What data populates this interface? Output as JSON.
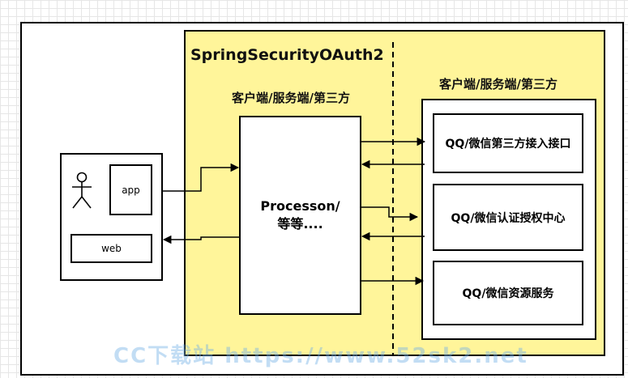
{
  "diagram": {
    "title": "SpringSecurityOAuth2",
    "left_subtitle": "客户端/服务端/第三方",
    "right_subtitle": "客户端/服务端/第三方",
    "processor": {
      "line1": "Processon/",
      "line2": "等等...."
    },
    "services": [
      "QQ/微信第三方接入接口",
      "QQ/微信认证授权中心",
      "QQ/微信资源服务"
    ],
    "client": {
      "app_label": "app",
      "web_label": "web"
    }
  },
  "watermark": "CC下载站 https://www.52sk2.net"
}
